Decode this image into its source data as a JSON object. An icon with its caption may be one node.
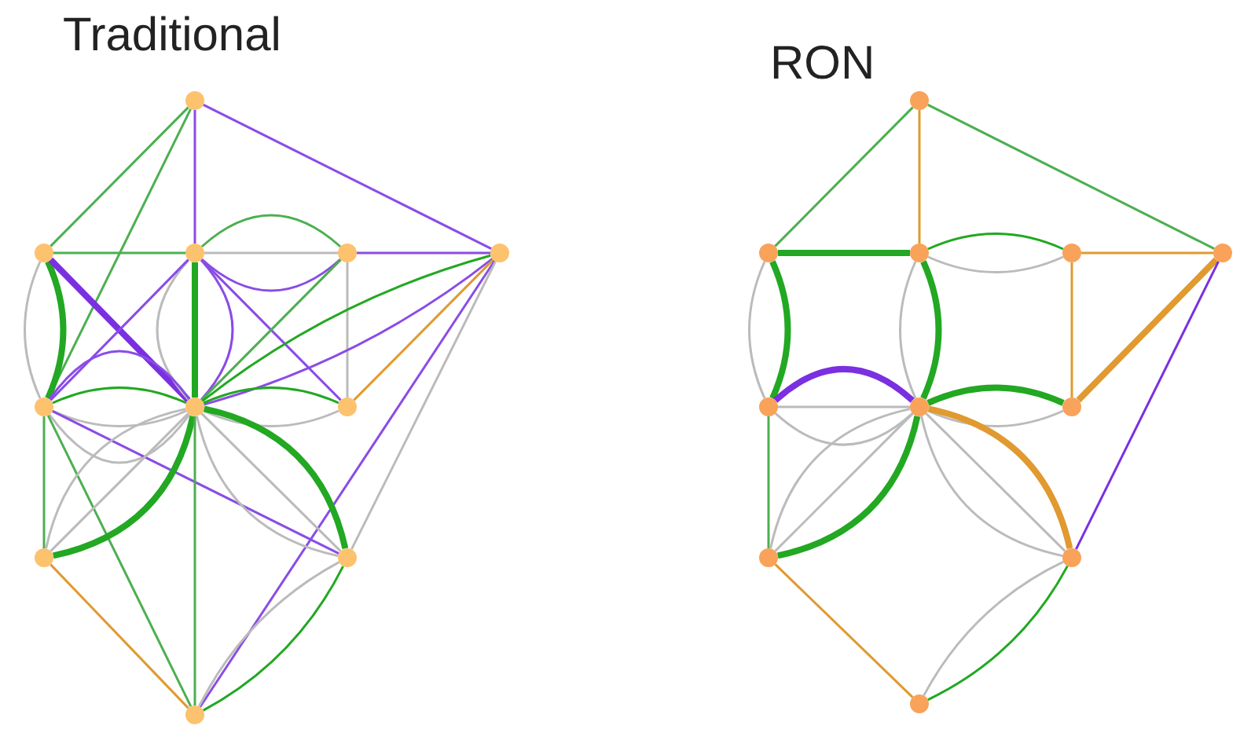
{
  "diagram": {
    "nodes": [
      {
        "text": [],
        "shape": "circle"
      },
      {
        "text": [],
        "shape": "circle"
      },
      {
        "text": [],
        "shape": "circle"
      },
      {
        "text": [],
        "shape": "circle"
      },
      {
        "text": [],
        "shape": "circle"
      },
      {
        "text": [],
        "shape": "circle"
      },
      {
        "text": [],
        "shape": "circle"
      },
      {
        "text": [],
        "shape": "circle"
      },
      {
        "text": [],
        "shape": "circle"
      },
      {
        "text": [],
        "shape": "circle"
      },
      {
        "text": [],
        "shape": "circle"
      },
      {
        "text": [],
        "shape": "circle"
      },
      {
        "text": [],
        "shape": "circle"
      },
      {
        "text": [],
        "shape": "circle"
      },
      {
        "text": [],
        "shape": "circle"
      },
      {
        "text": [],
        "shape": "circle"
      },
      {
        "text": [],
        "shape": "circle"
      },
      {
        "text": [],
        "shape": "circle"
      },
      {
        "text": [],
        "shape": "circle"
      },
      {
        "text": [],
        "shape": "circle"
      },
      {
        "text": [],
        "shape": "circle"
      },
      {
        "text": [],
        "shape": "circle"
      }
    ],
    "edges": [
      {
        "from": 0,
        "to": 1,
        "arrow": "none",
        "color": "#4caf50"
      },
      {
        "from": 0,
        "to": 5,
        "arrow": "none",
        "color": "#4caf50"
      },
      {
        "from": 0,
        "to": 2,
        "arrow": "none",
        "color": "#8a4ce6"
      },
      {
        "from": 0,
        "to": 4,
        "arrow": "none",
        "color": "#8a4ce6"
      },
      {
        "from": 1,
        "to": 2,
        "arrow": "none",
        "color": "#4caf50"
      },
      {
        "from": 1,
        "to": 5,
        "arrow": "none",
        "color": "#22a822",
        "style": "thick"
      },
      {
        "from": 1,
        "to": 5,
        "arrow": "none",
        "color": "#bbbbbb"
      },
      {
        "from": 1,
        "to": 6,
        "arrow": "none",
        "color": "#7a30e0",
        "style": "thick"
      },
      {
        "from": 2,
        "to": 3,
        "arrow": "none",
        "color": "#4caf50"
      },
      {
        "from": 2,
        "to": 3,
        "arrow": "none",
        "color": "#bbbbbb"
      },
      {
        "from": 2,
        "to": 3,
        "arrow": "none",
        "color": "#8a4ce6"
      },
      {
        "from": 3,
        "to": 4,
        "arrow": "none",
        "color": "#8a4ce6"
      },
      {
        "from": 2,
        "to": 7,
        "arrow": "none",
        "color": "#8a4ce6"
      },
      {
        "from": 2,
        "to": 6,
        "arrow": "none",
        "color": "#8a4ce6"
      },
      {
        "from": 2,
        "to": 6,
        "arrow": "none",
        "color": "#22a822",
        "style": "thick"
      },
      {
        "from": 2,
        "to": 6,
        "arrow": "none",
        "color": "#bbbbbb"
      },
      {
        "from": 3,
        "to": 6,
        "arrow": "none",
        "color": "#4caf50"
      },
      {
        "from": 3,
        "to": 7,
        "arrow": "none",
        "color": "#bbbbbb"
      },
      {
        "from": 5,
        "to": 2,
        "arrow": "none",
        "color": "#8a4ce6"
      },
      {
        "from": 4,
        "to": 6,
        "arrow": "none",
        "color": "#8a4ce6"
      },
      {
        "from": 4,
        "to": 6,
        "arrow": "none",
        "color": "#22a822"
      },
      {
        "from": 4,
        "to": 7,
        "arrow": "none",
        "color": "#e09a30"
      },
      {
        "from": 4,
        "to": 10,
        "arrow": "none",
        "color": "#8a4ce6"
      },
      {
        "from": 4,
        "to": 9,
        "arrow": "none",
        "color": "#bbbbbb"
      },
      {
        "from": 5,
        "to": 6,
        "arrow": "none",
        "color": "#8a4ce6"
      },
      {
        "from": 5,
        "to": 6,
        "arrow": "none",
        "color": "#22a822"
      },
      {
        "from": 5,
        "to": 6,
        "arrow": "none",
        "color": "#bbbbbb"
      },
      {
        "from": 5,
        "to": 6,
        "arrow": "none",
        "color": "#bbbbbb"
      },
      {
        "from": 6,
        "to": 7,
        "arrow": "none",
        "color": "#22a822"
      },
      {
        "from": 6,
        "to": 7,
        "arrow": "none",
        "color": "#bbbbbb"
      },
      {
        "from": 5,
        "to": 9,
        "arrow": "none",
        "color": "#8a4ce6"
      },
      {
        "from": 5,
        "to": 8,
        "arrow": "none",
        "color": "#4caf50"
      },
      {
        "from": 5,
        "to": 10,
        "arrow": "none",
        "color": "#4caf50"
      },
      {
        "from": 6,
        "to": 8,
        "arrow": "none",
        "color": "#22a822",
        "style": "thick"
      },
      {
        "from": 6,
        "to": 8,
        "arrow": "none",
        "color": "#bbbbbb"
      },
      {
        "from": 6,
        "to": 8,
        "arrow": "none",
        "color": "#bbbbbb"
      },
      {
        "from": 6,
        "to": 9,
        "arrow": "none",
        "color": "#22a822",
        "style": "thick"
      },
      {
        "from": 6,
        "to": 9,
        "arrow": "none",
        "color": "#bbbbbb"
      },
      {
        "from": 6,
        "to": 9,
        "arrow": "none",
        "color": "#bbbbbb"
      },
      {
        "from": 6,
        "to": 10,
        "arrow": "none",
        "color": "#4caf50"
      },
      {
        "from": 8,
        "to": 10,
        "arrow": "none",
        "color": "#e09a30"
      },
      {
        "from": 9,
        "to": 10,
        "arrow": "none",
        "color": "#22a822"
      },
      {
        "from": 9,
        "to": 10,
        "arrow": "none",
        "color": "#bbbbbb"
      },
      {
        "from": 11,
        "to": 12,
        "arrow": "none",
        "color": "#4caf50"
      },
      {
        "from": 11,
        "to": 13,
        "arrow": "none",
        "color": "#e09a30"
      },
      {
        "from": 11,
        "to": 15,
        "arrow": "none",
        "color": "#4caf50"
      },
      {
        "from": 12,
        "to": 13,
        "arrow": "none",
        "color": "#22a822",
        "style": "thick"
      },
      {
        "from": 12,
        "to": 16,
        "arrow": "none",
        "color": "#22a822",
        "style": "thick"
      },
      {
        "from": 12,
        "to": 16,
        "arrow": "none",
        "color": "#bbbbbb"
      },
      {
        "from": 13,
        "to": 14,
        "arrow": "none",
        "color": "#22a822"
      },
      {
        "from": 13,
        "to": 14,
        "arrow": "none",
        "color": "#bbbbbb"
      },
      {
        "from": 14,
        "to": 15,
        "arrow": "none",
        "color": "#e09a30"
      },
      {
        "from": 14,
        "to": 18,
        "arrow": "none",
        "color": "#e09a30"
      },
      {
        "from": 15,
        "to": 18,
        "arrow": "none",
        "color": "#e09a30",
        "style": "thick"
      },
      {
        "from": 15,
        "to": 20,
        "arrow": "none",
        "color": "#7a30e0"
      },
      {
        "from": 13,
        "to": 17,
        "arrow": "none",
        "color": "#22a822",
        "style": "thick"
      },
      {
        "from": 13,
        "to": 17,
        "arrow": "none",
        "color": "#bbbbbb"
      },
      {
        "from": 16,
        "to": 17,
        "arrow": "none",
        "color": "#7a30e0",
        "style": "thick"
      },
      {
        "from": 16,
        "to": 17,
        "arrow": "none",
        "color": "#bbbbbb"
      },
      {
        "from": 16,
        "to": 17,
        "arrow": "none",
        "color": "#bbbbbb"
      },
      {
        "from": 17,
        "to": 18,
        "arrow": "none",
        "color": "#22a822",
        "style": "thick"
      },
      {
        "from": 17,
        "to": 18,
        "arrow": "none",
        "color": "#bbbbbb"
      },
      {
        "from": 16,
        "to": 19,
        "arrow": "none",
        "color": "#4caf50"
      },
      {
        "from": 17,
        "to": 19,
        "arrow": "none",
        "color": "#22a822",
        "style": "thick"
      },
      {
        "from": 17,
        "to": 19,
        "arrow": "none",
        "color": "#bbbbbb"
      },
      {
        "from": 17,
        "to": 19,
        "arrow": "none",
        "color": "#bbbbbb"
      },
      {
        "from": 17,
        "to": 20,
        "arrow": "none",
        "color": "#e09a30",
        "style": "thick"
      },
      {
        "from": 17,
        "to": 20,
        "arrow": "none",
        "color": "#bbbbbb"
      },
      {
        "from": 17,
        "to": 20,
        "arrow": "none",
        "color": "#bbbbbb"
      },
      {
        "from": 19,
        "to": 21,
        "arrow": "none",
        "color": "#e09a30"
      },
      {
        "from": 20,
        "to": 21,
        "arrow": "none",
        "color": "#22a822"
      },
      {
        "from": 20,
        "to": 21,
        "arrow": "none",
        "color": "#bbbbbb"
      }
    ],
    "labels": [
      "Traditional",
      "RON"
    ]
  }
}
